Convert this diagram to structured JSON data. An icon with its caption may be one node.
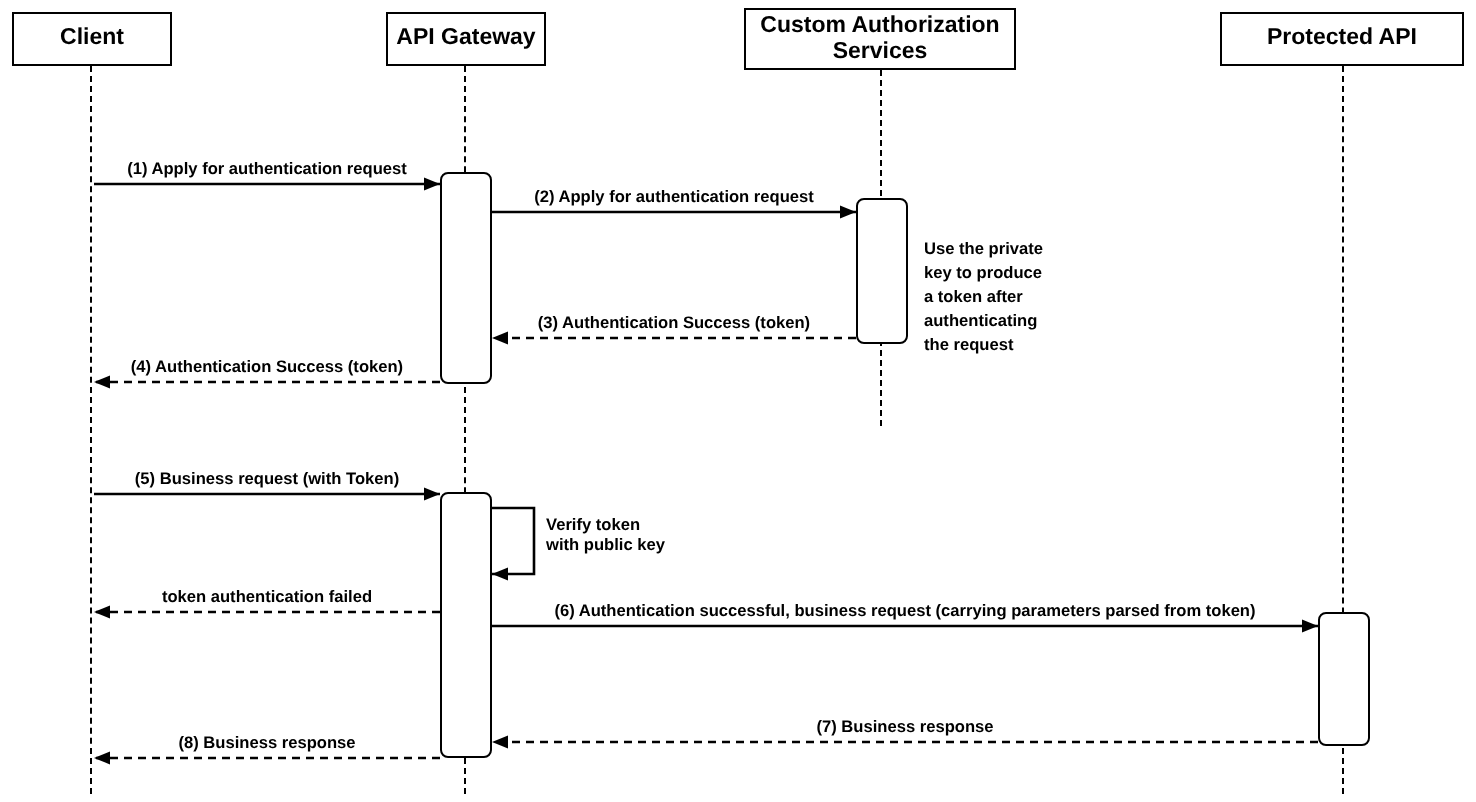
{
  "diagram": {
    "nodes": [
      {
        "text": [
          "Client"
        ]
      },
      {
        "text": [
          "API Gateway"
        ]
      },
      {
        "text": [
          "Custom Authorization Services"
        ]
      },
      {
        "text": [
          "Protected API"
        ]
      },
      {
        "text": [],
        "shape": "line"
      },
      {
        "text": [],
        "shape": "line"
      },
      {
        "text": [],
        "shape": "line"
      },
      {
        "text": [],
        "shape": "line"
      },
      {
        "text": [],
        "shape": "box"
      },
      {
        "text": [],
        "shape": "box",
        "beside": [
          "Use the private key to produce a token after authenticating the request"
        ]
      },
      {
        "text": [],
        "shape": "box"
      },
      {
        "text": [],
        "shape": "box"
      }
    ],
    "edges": [
      {
        "from": 4,
        "to": 8,
        "arrow": "to",
        "label": "(1) Apply for authentication request"
      },
      {
        "from": 8,
        "to": 9,
        "arrow": "to",
        "label": "(2) Apply for authentication request"
      },
      {
        "from": 9,
        "to": 8,
        "arrow": "to",
        "style": "dashed",
        "label": "(3) Authentication Success (token)"
      },
      {
        "from": 8,
        "to": 4,
        "arrow": "to",
        "style": "dashed",
        "label": "(4) Authentication Success (token)"
      },
      {
        "from": 4,
        "to": 10,
        "arrow": "to",
        "label": "(5) Business request (with Token)"
      },
      {
        "from": 10,
        "to": 10,
        "arrow": "to",
        "label": "Verify token with public key"
      },
      {
        "from": 10,
        "to": 4,
        "arrow": "to",
        "style": "dashed",
        "label": "token authentication failed"
      },
      {
        "from": 10,
        "to": 11,
        "arrow": "to",
        "label": "(6) Authentication successful, business request (carrying parameters parsed from token)"
      },
      {
        "from": 11,
        "to": 10,
        "arrow": "to",
        "style": "dashed",
        "label": "(7) Business response"
      },
      {
        "from": 10,
        "to": 4,
        "arrow": "to",
        "style": "dashed",
        "label": "(8) Business response"
      }
    ]
  }
}
